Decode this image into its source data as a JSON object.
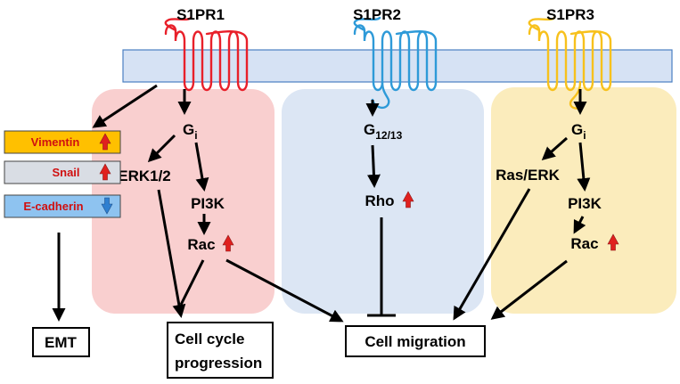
{
  "receptors": {
    "r1": "S1PR1",
    "r2": "S1PR2",
    "r3": "S1PR3"
  },
  "pathway1": {
    "gi": "G",
    "gi_sub": "i",
    "erk": "ERK1/2",
    "pi3k": "PI3K",
    "rac": "Rac"
  },
  "pathway2": {
    "g": "G",
    "g_sub": "12/13",
    "rho": "Rho"
  },
  "pathway3": {
    "gi": "G",
    "gi_sub": "i",
    "ras": "Ras/ERK",
    "pi3k": "PI3K",
    "rac": "Rac"
  },
  "markers": {
    "vimentin": "Vimentin",
    "snail": "Snail",
    "ecad": "E-cadherin"
  },
  "outcomes": {
    "emt": "EMT",
    "cellcycle_1": "Cell cycle",
    "cellcycle_2": "progression",
    "migration": "Cell migration"
  },
  "colors": {
    "membrane": "#d6e2f4",
    "membrane_edge": "#4a7fc1",
    "panel1": "#f9cfcf",
    "panel2": "#dce6f4",
    "panel3": "#fbecbc",
    "receptor1": "#e8202a",
    "receptor2": "#2e9ad8",
    "receptor3": "#f7c11c",
    "up_arrow": "#e0201e",
    "down_arrow": "#2f7fd0",
    "vimentin_bg": "#ffc000",
    "snail_bg": "#d9dde4",
    "ecad_bg": "#8ec3f0"
  }
}
